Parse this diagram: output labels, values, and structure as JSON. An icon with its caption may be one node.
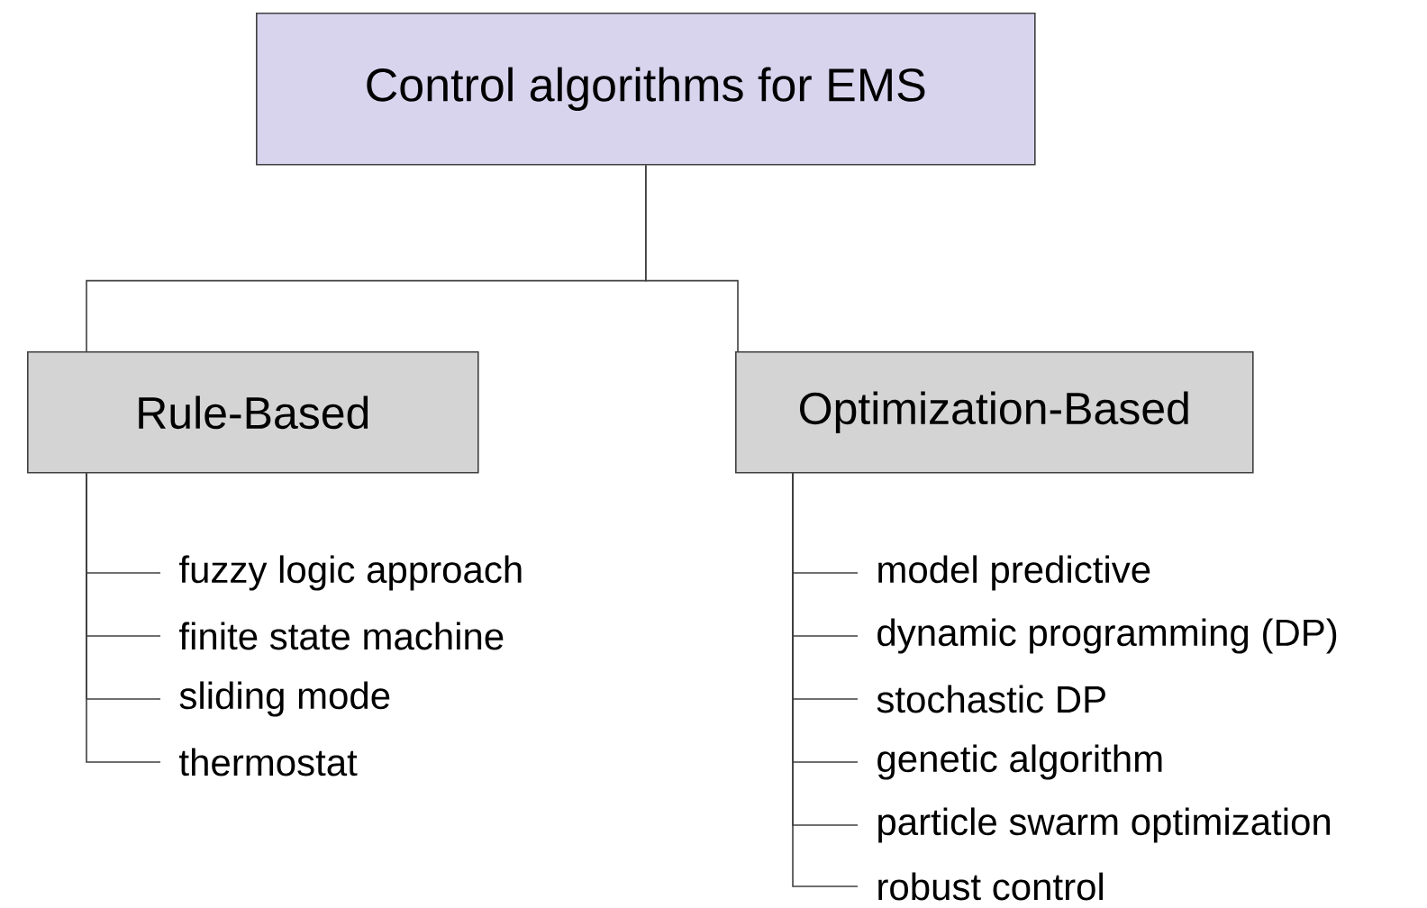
{
  "diagram": {
    "nodes": [
      {
        "text": [
          "Control algorithms for EMS"
        ]
      },
      {
        "text": [
          "Rule-Based"
        ]
      },
      {
        "text": [
          "Optimization-Based"
        ]
      },
      {
        "text": [
          "fuzzy logic approach"
        ]
      },
      {
        "text": [
          "finite state machine"
        ]
      },
      {
        "text": [
          "sliding mode"
        ]
      },
      {
        "text": [
          "thermostat"
        ]
      },
      {
        "text": [
          "model predictive"
        ]
      },
      {
        "text": [
          "dynamic programming (DP)"
        ]
      },
      {
        "text": [
          "stochastic DP"
        ]
      },
      {
        "text": [
          "genetic algorithm"
        ]
      },
      {
        "text": [
          "particle swarm optimization"
        ]
      },
      {
        "text": [
          "robust control"
        ]
      }
    ],
    "edges": [
      {
        "from": 0,
        "to": 1,
        "arrow": "none"
      },
      {
        "from": 0,
        "to": 2,
        "arrow": "none"
      },
      {
        "from": 1,
        "to": 3,
        "arrow": "none"
      },
      {
        "from": 1,
        "to": 4,
        "arrow": "none"
      },
      {
        "from": 1,
        "to": 5,
        "arrow": "none"
      },
      {
        "from": 1,
        "to": 6,
        "arrow": "none"
      },
      {
        "from": 2,
        "to": 7,
        "arrow": "none"
      },
      {
        "from": 2,
        "to": 8,
        "arrow": "none"
      },
      {
        "from": 2,
        "to": 9,
        "arrow": "none"
      },
      {
        "from": 2,
        "to": 10,
        "arrow": "none"
      },
      {
        "from": 2,
        "to": 11,
        "arrow": "none"
      },
      {
        "from": 2,
        "to": 12,
        "arrow": "none"
      }
    ]
  }
}
